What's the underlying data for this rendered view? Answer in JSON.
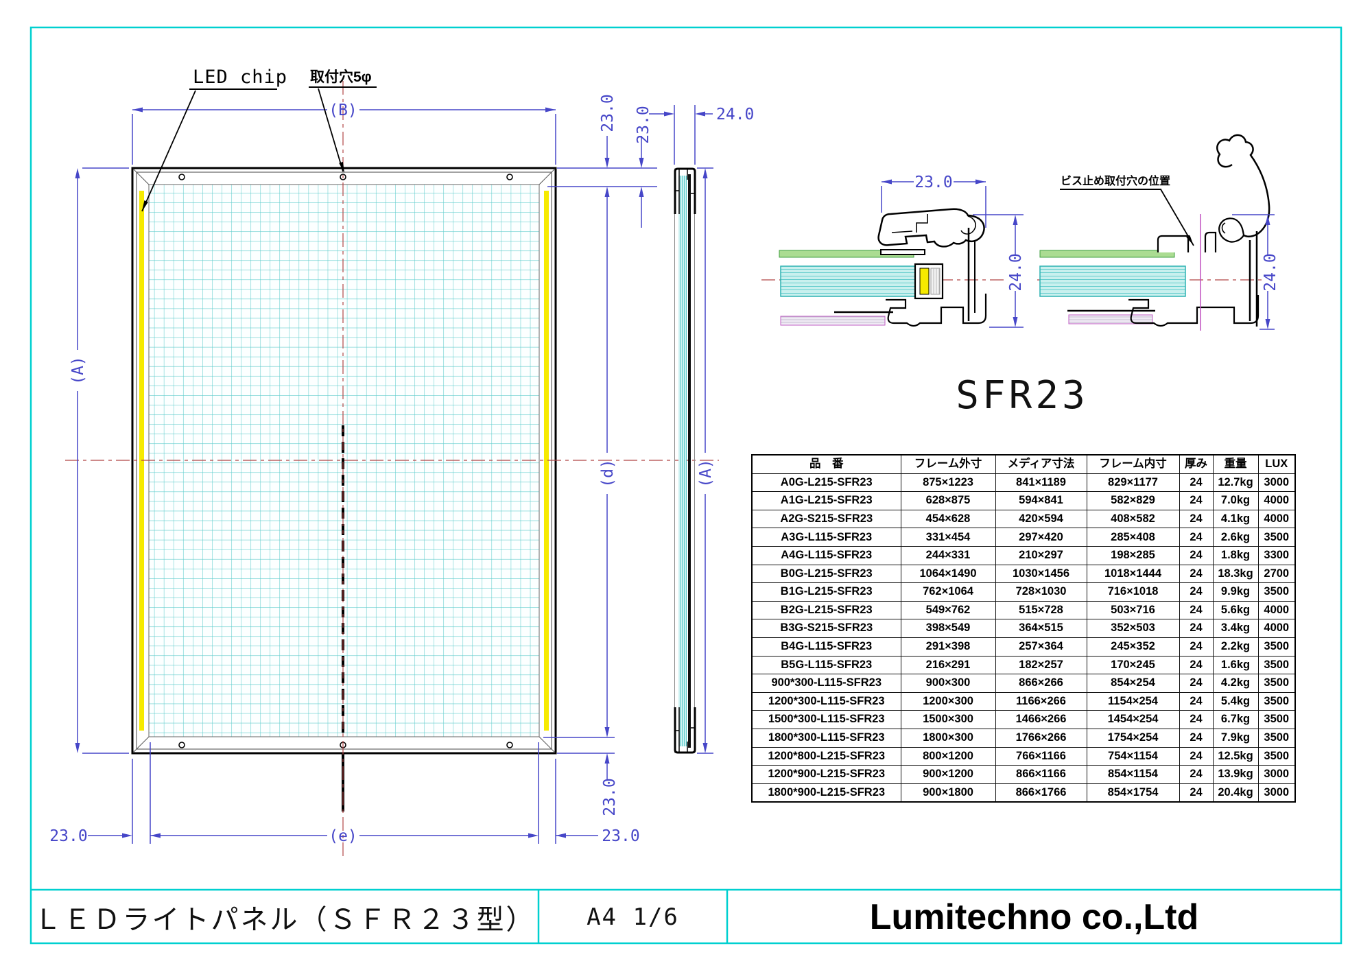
{
  "drawing": {
    "labels": {
      "led_chip": "LED chip",
      "mounting_hole": "取付穴5φ",
      "screw_hole_position": "ビス止め取付穴の位置",
      "section_name": "SFR23"
    },
    "dims": {
      "d23": "23.0",
      "d24": "24.0",
      "A": "(A)",
      "B": "(B)",
      "d": "(d)",
      "e": "(e)"
    },
    "colors": {
      "sheet_border": "#00d0d0",
      "dimension": "#4646c8",
      "centerline": "#b04545",
      "grid": "#5ecccc",
      "led_strip": "#f6ea00",
      "light_guide": "#c9f0ee",
      "top_sheet_green": "#abdc92",
      "back_sheet_lavender": "#efeaf4",
      "accent_magenta": "#c050c0"
    }
  },
  "table": {
    "headers": [
      "品　番",
      "フレーム外寸",
      "メディア寸法",
      "フレーム内寸",
      "厚み",
      "重量",
      "LUX"
    ],
    "rows": [
      [
        "A0G-L215-SFR23",
        "875×1223",
        "841×1189",
        "829×1177",
        "24",
        "12.7kg",
        "3000"
      ],
      [
        "A1G-L215-SFR23",
        "628×875",
        "594×841",
        "582×829",
        "24",
        "7.0kg",
        "4000"
      ],
      [
        "A2G-S215-SFR23",
        "454×628",
        "420×594",
        "408×582",
        "24",
        "4.1kg",
        "4000"
      ],
      [
        "A3G-L115-SFR23",
        "331×454",
        "297×420",
        "285×408",
        "24",
        "2.6kg",
        "3500"
      ],
      [
        "A4G-L115-SFR23",
        "244×331",
        "210×297",
        "198×285",
        "24",
        "1.8kg",
        "3300"
      ],
      [
        "B0G-L215-SFR23",
        "1064×1490",
        "1030×1456",
        "1018×1444",
        "24",
        "18.3kg",
        "2700"
      ],
      [
        "B1G-L215-SFR23",
        "762×1064",
        "728×1030",
        "716×1018",
        "24",
        "9.9kg",
        "3500"
      ],
      [
        "B2G-L215-SFR23",
        "549×762",
        "515×728",
        "503×716",
        "24",
        "5.6kg",
        "4000"
      ],
      [
        "B3G-S215-SFR23",
        "398×549",
        "364×515",
        "352×503",
        "24",
        "3.4kg",
        "4000"
      ],
      [
        "B4G-L115-SFR23",
        "291×398",
        "257×364",
        "245×352",
        "24",
        "2.2kg",
        "3500"
      ],
      [
        "B5G-L115-SFR23",
        "216×291",
        "182×257",
        "170×245",
        "24",
        "1.6kg",
        "3500"
      ],
      [
        "900*300-L115-SFR23",
        "900×300",
        "866×266",
        "854×254",
        "24",
        "4.2kg",
        "3500"
      ],
      [
        "1200*300-L115-SFR23",
        "1200×300",
        "1166×266",
        "1154×254",
        "24",
        "5.4kg",
        "3500"
      ],
      [
        "1500*300-L115-SFR23",
        "1500×300",
        "1466×266",
        "1454×254",
        "24",
        "6.7kg",
        "3500"
      ],
      [
        "1800*300-L115-SFR23",
        "1800×300",
        "1766×266",
        "1754×254",
        "24",
        "7.9kg",
        "3500"
      ],
      [
        "1200*800-L215-SFR23",
        "800×1200",
        "766×1166",
        "754×1154",
        "24",
        "12.5kg",
        "3500"
      ],
      [
        "1200*900-L215-SFR23",
        "900×1200",
        "866×1166",
        "854×1154",
        "24",
        "13.9kg",
        "3000"
      ],
      [
        "1800*900-L215-SFR23",
        "900×1800",
        "866×1766",
        "854×1754",
        "24",
        "20.4kg",
        "3000"
      ]
    ]
  },
  "titleblock": {
    "title": "ＬＥＤライトパネル（ＳＦＲ２３型）",
    "sheet": "A4 1/6",
    "company": "Lumitechno co.,Ltd"
  }
}
